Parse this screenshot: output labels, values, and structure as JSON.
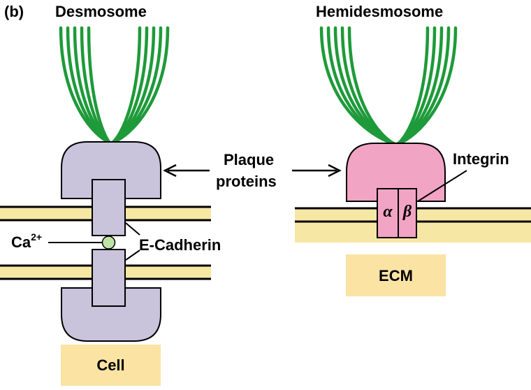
{
  "panel_label": "(b)",
  "desmosome": {
    "title": "Desmosome",
    "cell_label": "Cell",
    "calcium_label": "Ca",
    "calcium_charge": "2+",
    "cadherin_label": "E-Cadherin"
  },
  "shared": {
    "plaque_label_line1": "Plaque",
    "plaque_label_line2": "proteins"
  },
  "hemidesmosome": {
    "title": "Hemidesmosome",
    "integrin_label": "Integrin",
    "alpha_label": "α",
    "beta_label": "β",
    "ecm_label": "ECM"
  },
  "colors": {
    "filament": "#1e9a3a",
    "desmosome_plaque": "#c9c3dc",
    "hemidesmosome_plaque": "#f2a4c4",
    "membrane": "#f7e7a4",
    "box_fill": "#fbe3a4",
    "calcium_ion": "#bfe3a6"
  }
}
